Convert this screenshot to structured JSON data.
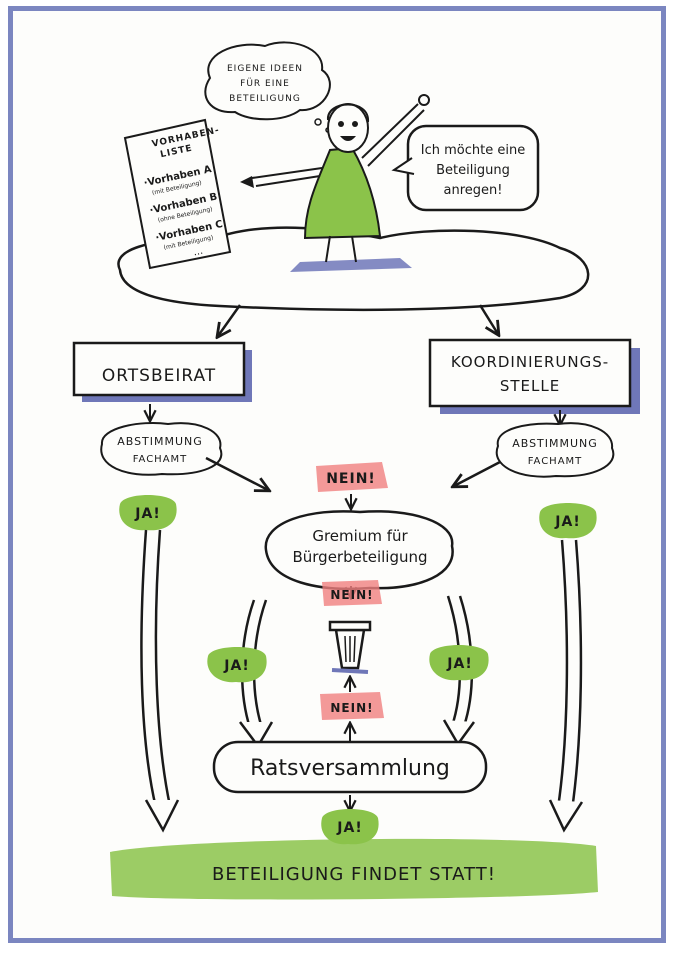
{
  "thought_bubble": {
    "lines": [
      "EIGENE IDEEN",
      "FÜR EINE",
      "BETEILIGUNG"
    ]
  },
  "speech_bubble": {
    "lines": [
      "Ich möchte eine",
      "Beteiligung",
      "anregen!"
    ]
  },
  "vorhaben_list": {
    "title_lines": [
      "VORHABEN-",
      "LISTE"
    ],
    "items": [
      {
        "name": "·Vorhaben A",
        "note": "(mit Beteiligung)"
      },
      {
        "name": "·Vorhaben B",
        "note": "(ohne Beteiligung)"
      },
      {
        "name": "·Vorhaben C",
        "note": "(mit Beteiligung)"
      }
    ],
    "ellipsis": "..."
  },
  "ortsbeirat": "ORTSBEIRAT",
  "koordinierung": {
    "lines": [
      "KOORDINIERUNGS-",
      "STELLE"
    ]
  },
  "abstimmung_left": {
    "lines": [
      "ABSTIMMUNG",
      "FACHAMT"
    ]
  },
  "abstimmung_right": {
    "lines": [
      "ABSTIMMUNG",
      "FACHAMT"
    ]
  },
  "nein_label": "NEIN!",
  "ja_label": "JA!",
  "gremium": {
    "lines": [
      "Gremium für",
      "Bürgerbeteiligung"
    ]
  },
  "ratsversammlung": "Ratsversammlung",
  "result": "BETEILIGUNG FINDET STATT!",
  "colors": {
    "frame": "#7b86c0",
    "green": "#8bc34a",
    "red": "#f08080",
    "shadow": "#6f77b8"
  }
}
